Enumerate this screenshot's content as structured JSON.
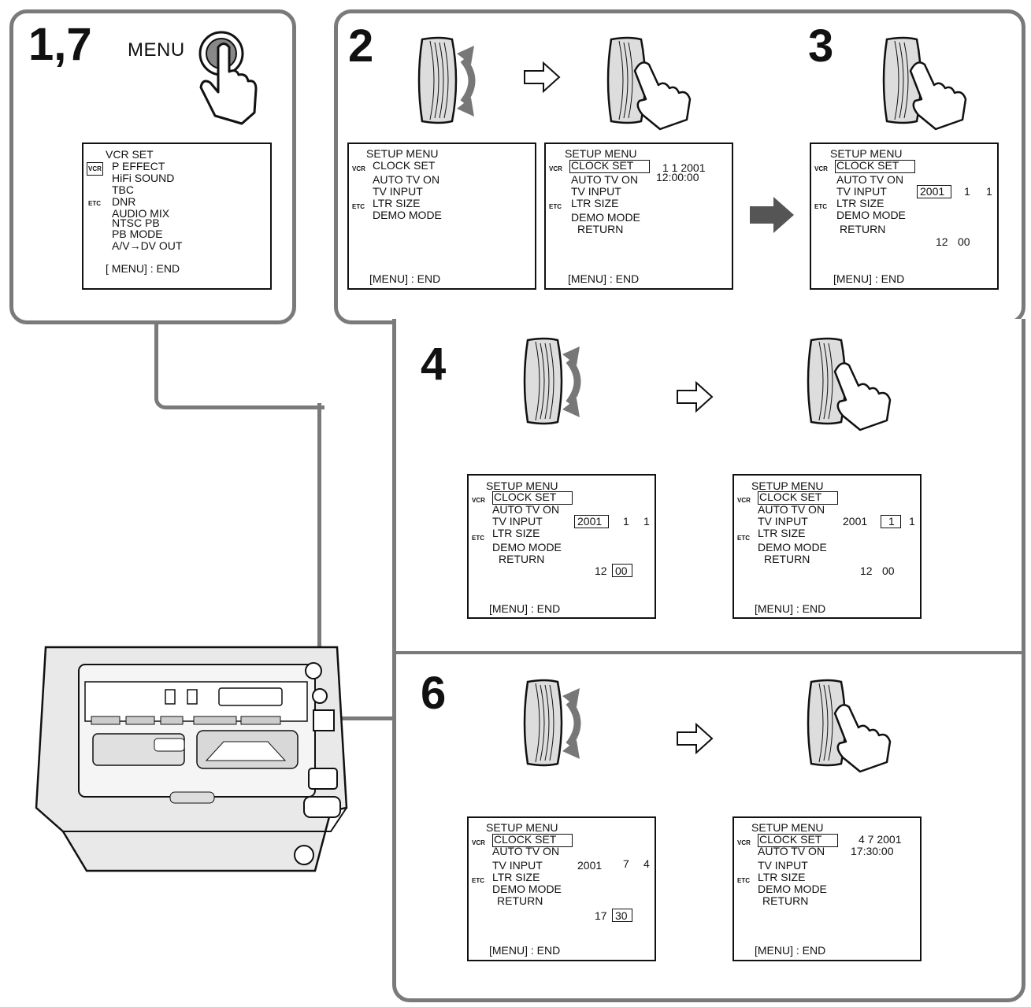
{
  "step_labels": {
    "s17": "1,7",
    "s2": "2",
    "s3": "3",
    "s4": "4",
    "s6": "6"
  },
  "menu_button_label": "MENU",
  "screen_vcr": {
    "title": "VCR SET",
    "icons": {
      "vcr": "VCR",
      "etc": "ETC"
    },
    "items": [
      "P EFFECT",
      "HiFi SOUND",
      "TBC",
      "DNR",
      "AUDIO MIX",
      "NTSC PB",
      "PB MODE",
      "A/V→DV OUT"
    ],
    "footer": "[ MENU] : END"
  },
  "setup_menu": {
    "title": "SETUP  MENU",
    "icons": {
      "vcr": "VCR",
      "etc": "ETC"
    },
    "items": [
      "CLOCK  SET",
      "AUTO  TV  ON",
      "TV  INPUT",
      "LTR SIZE",
      "DEMO  MODE"
    ],
    "return": "RETURN",
    "footer": "[MENU] : END"
  },
  "screen_2b": {
    "date": "1   1   2001",
    "time": "12:00:00"
  },
  "screen_3": {
    "year": "2001",
    "month": "1",
    "day": "1",
    "hour": "12",
    "minute": "00"
  },
  "screen_4a": {
    "year": "2001",
    "month": "1",
    "day": "1",
    "hour": "12",
    "minute": "00"
  },
  "screen_4b": {
    "year": "2001",
    "month": "1",
    "day": "1",
    "hour": "12",
    "minute": "00"
  },
  "screen_6a": {
    "year": "2001",
    "month": "7",
    "day": "4",
    "hour": "17",
    "minute": "30"
  },
  "screen_6b": {
    "date": "4   7 2001",
    "time": "17:30:00"
  },
  "icon_names": [
    "menu-button-icon",
    "jog-dial-icon",
    "rotate-arrow-icon",
    "press-hand-icon",
    "next-step-arrow-icon",
    "vcr-device-icon"
  ],
  "colors": {
    "frame": "#7a7a7a",
    "ink": "#111111",
    "arrow_fill": "#555555"
  }
}
